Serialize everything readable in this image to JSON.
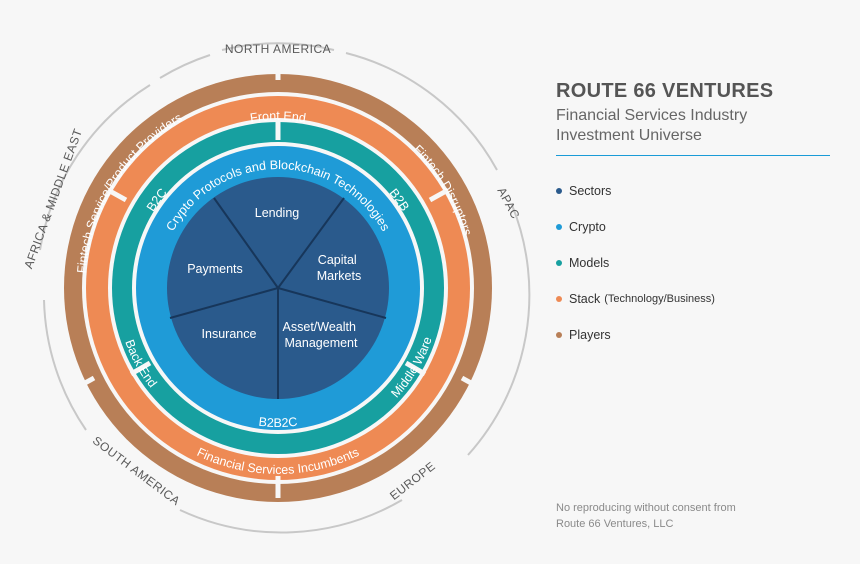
{
  "title": {
    "brand": "ROUTE 66 VENTURES",
    "subtitle_line1": "Financial Services Industry",
    "subtitle_line2": "Investment Universe"
  },
  "legend": [
    {
      "label": "Sectors",
      "note": "",
      "color": "#2a5a8c"
    },
    {
      "label": "Crypto",
      "note": "",
      "color": "#1f9bd7"
    },
    {
      "label": "Models",
      "note": "",
      "color": "#17a0a0"
    },
    {
      "label": "Stack",
      "note": "(Technology/Business)",
      "color": "#ee8a54"
    },
    {
      "label": "Players",
      "note": "",
      "color": "#b87f57"
    }
  ],
  "regions": {
    "north_america": "NORTH AMERICA",
    "apac": "APAC",
    "europe": "EUROPE",
    "south_america": "SOUTH AMERICA",
    "africa_middle_east": "AFRICA & MIDDLE EAST"
  },
  "players": {
    "top_left": "Fintech Service/Product Providers",
    "top_right": "Fintech Disruptors",
    "bottom": "Financial Services Incumbents"
  },
  "stack": {
    "top": "Front End",
    "left": "Back End",
    "right": "Middle Ware"
  },
  "models": {
    "left": "B2C",
    "right": "B2B",
    "bottom": "B2B2C"
  },
  "crypto": {
    "label": "Crypto Protocols and Blockchain Technologies"
  },
  "sectors": {
    "lending": "Lending",
    "capital_line1": "Capital",
    "capital_line2": "Markets",
    "asset_line1": "Asset/Wealth",
    "asset_line2": "Management",
    "insurance": "Insurance",
    "payments": "Payments"
  },
  "footer": {
    "line1": "No reproducing without consent from",
    "line2": "Route 66 Ventures, LLC"
  },
  "colors": {
    "players": "#b87f57",
    "stack": "#ee8a54",
    "models": "#17a0a0",
    "crypto": "#1f9bd7",
    "sectors": "#2a5a8c",
    "accent_rule": "#1a9bd7"
  }
}
